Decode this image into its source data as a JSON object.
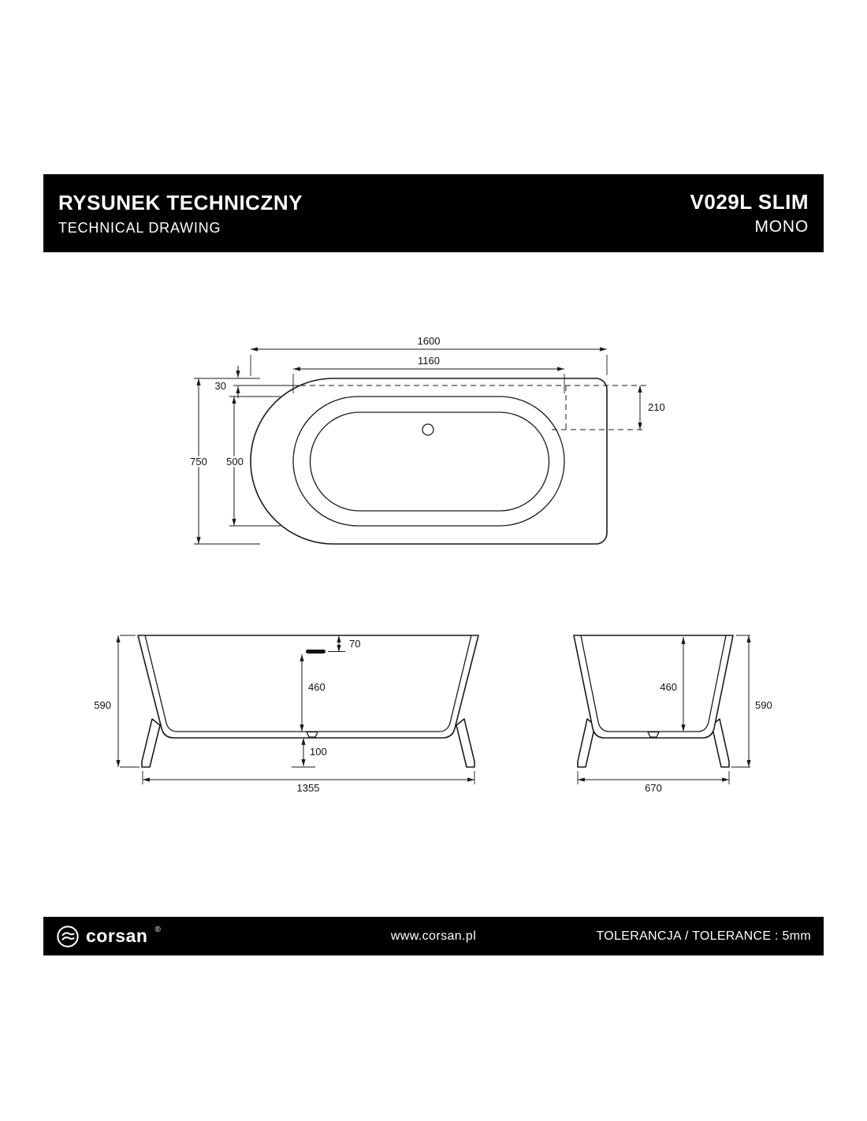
{
  "header": {
    "title": "RYSUNEK TECHNICZNY",
    "subtitle": "TECHNICAL DRAWING",
    "model": "V029L SLIM",
    "variant": "MONO"
  },
  "top_view": {
    "overall_length": "1600",
    "inner_length": "1160",
    "rim_offset": "30",
    "drain_offset": "210",
    "overall_width": "750",
    "inner_width": "500"
  },
  "front_view": {
    "overall_height": "590",
    "overflow_depth": "70",
    "inner_depth": "460",
    "base_height": "100",
    "base_length": "1355"
  },
  "side_view": {
    "inner_depth": "460",
    "overall_height": "590",
    "base_width": "670"
  },
  "footer": {
    "logo_icon": "corsan-wave-logo",
    "brand": "corsan",
    "registered_mark": "®",
    "website": "www.corsan.pl",
    "tolerance": "TOLERANCJA / TOLERANCE : 5mm"
  },
  "colors": {
    "bar_background": "#000000",
    "bar_text": "#ffffff",
    "line_color": "#1a1a1a",
    "page_background": "#ffffff"
  }
}
